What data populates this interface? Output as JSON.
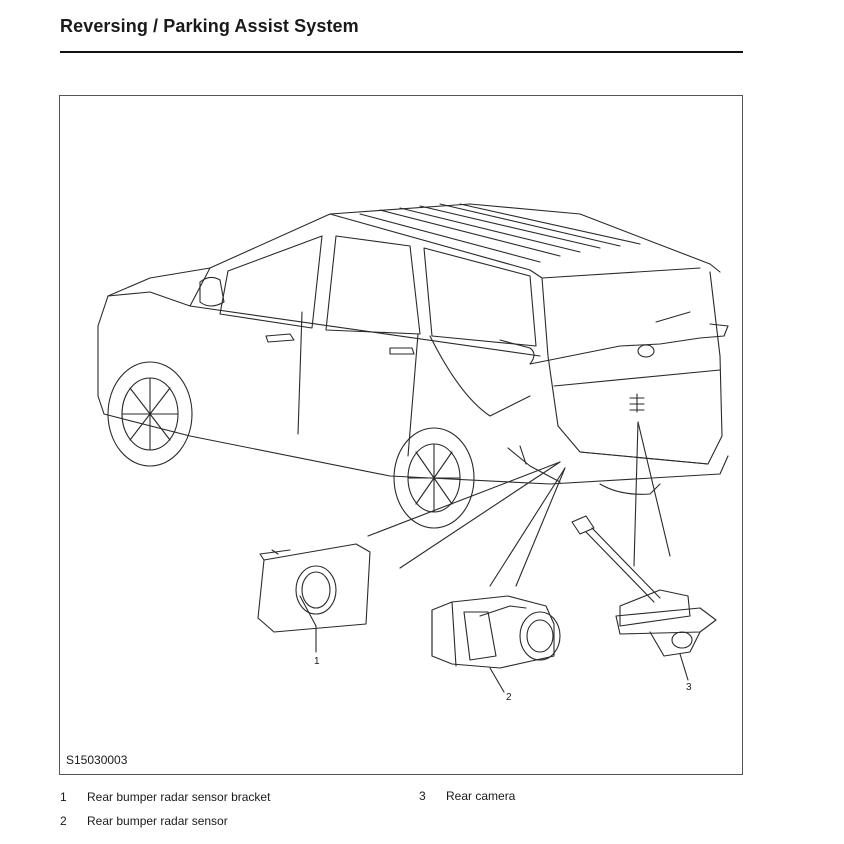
{
  "header": {
    "title": "Reversing / Parking Assist System"
  },
  "figure": {
    "id": "S15030003",
    "callouts": [
      "1",
      "2",
      "3"
    ]
  },
  "legend": [
    {
      "number": "1",
      "label": "Rear bumper radar sensor bracket"
    },
    {
      "number": "2",
      "label": "Rear bumper radar sensor"
    },
    {
      "number": "3",
      "label": "Rear camera"
    }
  ]
}
